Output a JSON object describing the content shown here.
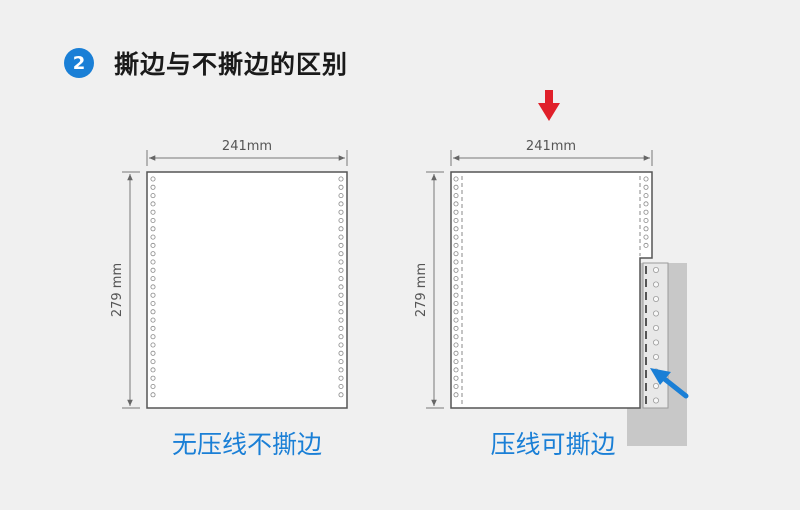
{
  "header": {
    "step_number": "2",
    "title": "撕边与不撕边的区别"
  },
  "panels": [
    {
      "width_label": "241mm",
      "height_label": "279 mm",
      "caption": "无压线不撕边"
    },
    {
      "width_label": "241mm",
      "height_label": "279 mm",
      "caption": "压线可撕边"
    }
  ],
  "colors": {
    "accent_blue": "#1a7fd6",
    "arrow_red": "#e0202a",
    "paper_border": "#555555",
    "tear_strip": "#c8c8c8"
  },
  "icons": {
    "red_arrow": "down-arrow-icon",
    "blue_arrow": "diagonal-arrow-icon"
  }
}
